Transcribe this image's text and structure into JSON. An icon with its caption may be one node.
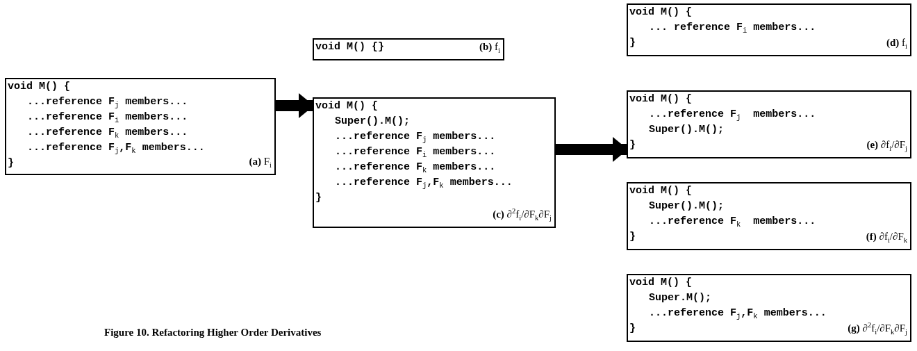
{
  "diagram": {
    "caption": "Figure 10. Refactoring Higher Order Derivatives",
    "nodes": [
      {
        "text": [
          "void M() {",
          "...reference F$_{j}$ members...",
          "...reference F$_{i}$ members...",
          "...reference F$_{k}$ members...",
          "...reference F$_{j}$,F$_{k}$ members...",
          "}",
          "**(a)** F$_{i}$"
        ]
      },
      {
        "text": [
          "void M() {}",
          "**(b)** f$_{i}$"
        ]
      },
      {
        "text": [
          "void M() {",
          "Super().M();",
          "...reference F$_{j}$ members...",
          "...reference F$_{i}$ members...",
          "...reference F$_{k}$ members...",
          "...reference F$_{j}$,F$_{k}$ members...",
          "}",
          "**(c)** ∂$^{2}$f$_{i}$/∂F$_{k}$∂F$_{j}$"
        ]
      },
      {
        "text": [
          "void M() {",
          "... reference F$_{i}$ members...",
          "}",
          "**(d)** f$_{i}$"
        ]
      },
      {
        "text": [
          "void M() {",
          "...reference F$_{j}$  members...",
          "Super().M();",
          "}",
          "**(e)** ∂f$_{i}$/∂F$_{j}$"
        ]
      },
      {
        "text": [
          "void M() {",
          "Super().M();",
          "...reference F$_{k}$  members...",
          "}",
          "**(f)** ∂f$_{i}$/∂F$_{k}$"
        ]
      },
      {
        "text": [
          "void M() {",
          "Super.M();",
          "...reference F$_{j}$,F$_{k}$ members...",
          "}",
          "**(g)** ∂$^{2}$f$_{i}$/∂F$_{k}$∂F$_{j}$"
        ]
      }
    ],
    "edges": [
      {
        "from": 0,
        "to": 2,
        "arrow": "to"
      },
      {
        "from": 2,
        "to": 4,
        "arrow": "to"
      }
    ]
  }
}
